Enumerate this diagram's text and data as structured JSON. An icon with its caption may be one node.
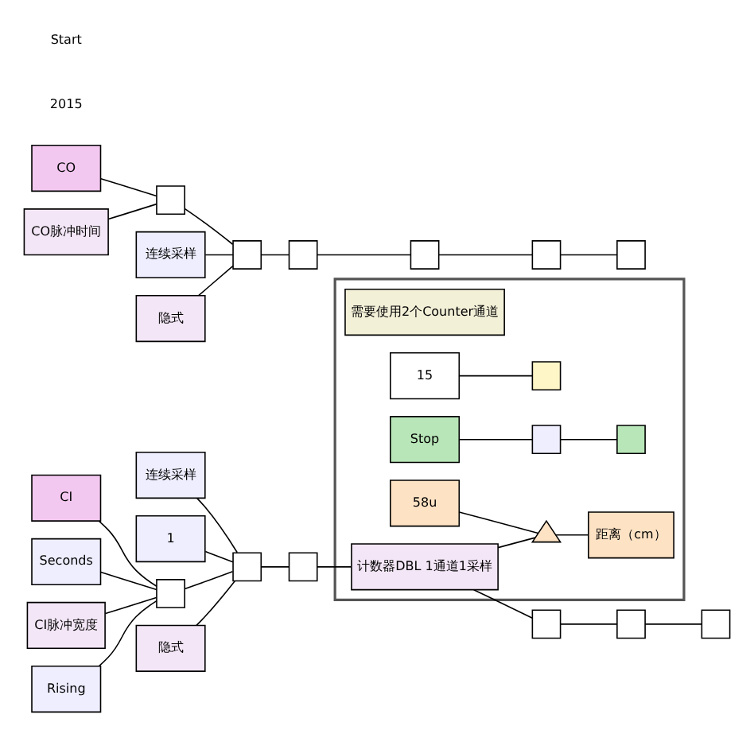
{
  "diagram": {
    "nodes": [
      {
        "text": [],
        "shape": "box"
      },
      {
        "text": [
          "需要使用2个Counter通道"
        ],
        "in": 0
      },
      {
        "text": [
          "15"
        ],
        "in": 0
      },
      {
        "text": [],
        "shape": "box",
        "in": 0
      },
      {
        "text": [
          "Stop"
        ],
        "in": 0
      },
      {
        "text": [
          "计数器DBL 1通道1采样"
        ],
        "in": 0
      },
      {
        "text": [
          "58u"
        ],
        "in": 0
      },
      {
        "text": [],
        "shape": "triangle",
        "in": 0
      },
      {
        "text": [
          "距离（cm）"
        ],
        "in": 0
      },
      {
        "text": [],
        "shape": "box",
        "in": 0
      },
      {
        "text": [],
        "shape": "box",
        "in": 0
      },
      {
        "text": [
          "CO"
        ]
      },
      {
        "text": [
          "连续采样"
        ]
      },
      {
        "text": [
          "CO脉冲时间"
        ]
      },
      {
        "text": [],
        "shape": "box"
      },
      {
        "text": [],
        "shape": "box"
      },
      {
        "text": [
          "隐式"
        ]
      },
      {
        "text": [],
        "shape": "box"
      },
      {
        "text": [
          "CI"
        ]
      },
      {
        "text": [
          "连续采样"
        ]
      },
      {
        "text": [
          "1"
        ]
      },
      {
        "text": [
          "Seconds"
        ]
      },
      {
        "text": [
          "CI脉冲宽度"
        ]
      },
      {
        "text": [
          "Rising"
        ]
      },
      {
        "text": [],
        "shape": "box"
      },
      {
        "text": [],
        "shape": "box"
      },
      {
        "text": [
          "隐式"
        ]
      },
      {
        "text": [],
        "shape": "box"
      },
      {
        "text": [],
        "shape": "box"
      },
      {
        "text": [],
        "shape": "box"
      },
      {
        "text": [],
        "shape": "box"
      },
      {
        "text": [],
        "shape": "box"
      },
      {
        "text": [],
        "shape": "box"
      },
      {
        "text": [],
        "shape": "box"
      }
    ],
    "edges": [
      {
        "from": 2,
        "to": 3,
        "arrow": "none"
      },
      {
        "from": 11,
        "to": 14,
        "arrow": "none"
      },
      {
        "from": 13,
        "to": 14,
        "arrow": "none"
      },
      {
        "from": 14,
        "to": 15,
        "arrow": "none"
      },
      {
        "from": 12,
        "to": 15,
        "arrow": "none"
      },
      {
        "from": 16,
        "to": 15,
        "arrow": "none"
      },
      {
        "from": 15,
        "to": 17,
        "arrow": "none"
      },
      {
        "from": 17,
        "to": 28,
        "arrow": "none"
      },
      {
        "from": 28,
        "to": 29,
        "arrow": "none"
      },
      {
        "from": 29,
        "to": 32,
        "arrow": "none"
      },
      {
        "from": 18,
        "to": 24,
        "arrow": "none"
      },
      {
        "from": 21,
        "to": 24,
        "arrow": "none"
      },
      {
        "from": 22,
        "to": 24,
        "arrow": "none"
      },
      {
        "from": 23,
        "to": 24,
        "arrow": "none"
      },
      {
        "from": 24,
        "to": 25,
        "arrow": "none"
      },
      {
        "from": 19,
        "to": 25,
        "arrow": "none"
      },
      {
        "from": 20,
        "to": 25,
        "arrow": "none"
      },
      {
        "from": 26,
        "to": 25,
        "arrow": "none"
      },
      {
        "from": 25,
        "to": 27,
        "arrow": "none"
      },
      {
        "from": 27,
        "to": 5,
        "arrow": "none"
      },
      {
        "from": 5,
        "to": 7,
        "arrow": "none"
      },
      {
        "from": 6,
        "to": 7,
        "arrow": "none"
      },
      {
        "from": 7,
        "to": 8,
        "arrow": "none"
      },
      {
        "from": 4,
        "to": 9,
        "arrow": "none"
      },
      {
        "from": 9,
        "to": 10,
        "arrow": "none"
      },
      {
        "from": 5,
        "to": 30,
        "arrow": "none"
      },
      {
        "from": 30,
        "to": 31,
        "arrow": "none"
      },
      {
        "from": 31,
        "to": 33,
        "arrow": "none"
      }
    ],
    "labels": [
      "2015",
      "Start"
    ]
  }
}
